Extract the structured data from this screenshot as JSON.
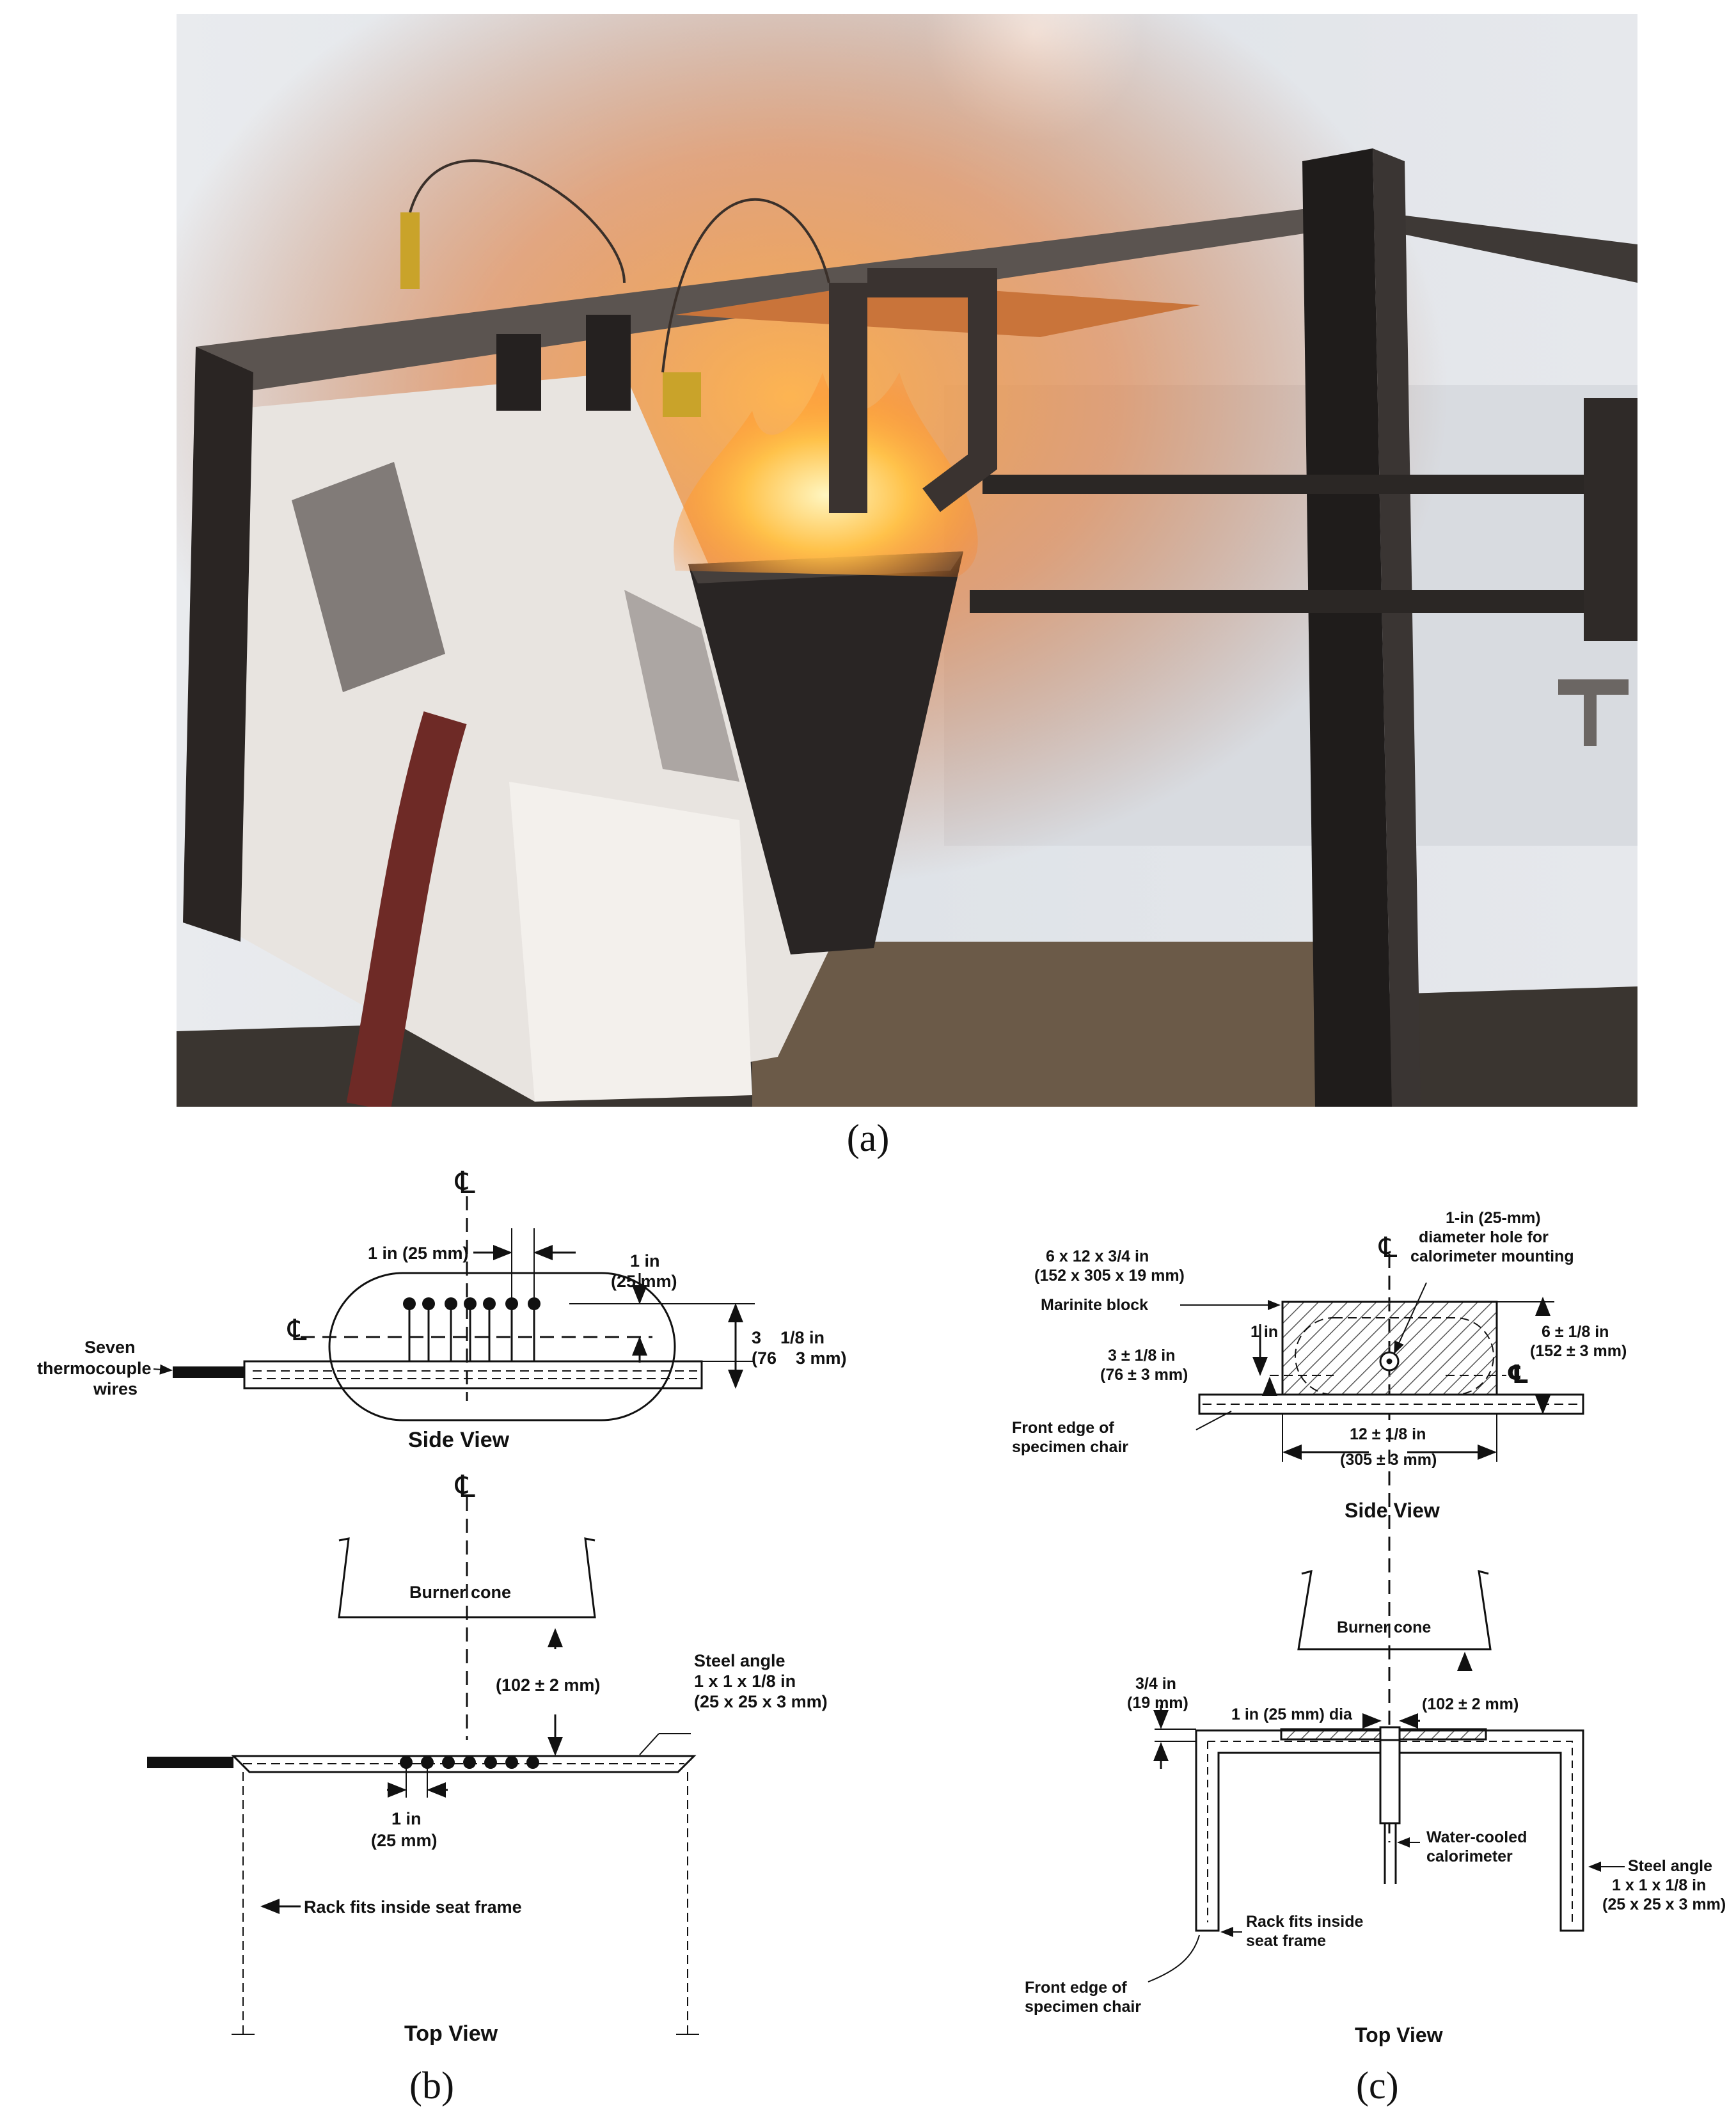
{
  "captions": {
    "a": "(a)",
    "b": "(b)",
    "c": "(c)"
  },
  "b": {
    "cl": "℄",
    "side": {
      "spacing": "1 in (25 mm)",
      "height_in": "1 in",
      "height_mm": "(25 mm)",
      "total_in": "3    1/8 in",
      "total_mm": "(76    3 mm)",
      "tc_line1": "Seven",
      "tc_line2": "thermocouple",
      "tc_line3": "wires",
      "title": "Side View"
    },
    "top": {
      "burner": "Burner cone",
      "gap": "(102 ± 2 mm)",
      "steel1": "Steel angle",
      "steel2": "1 x 1 x 1/8 in",
      "steel3": "(25 x 25 x 3 mm)",
      "spacing_in": "1 in",
      "spacing_mm": "(25 mm)",
      "rack": "Rack fits inside seat frame",
      "title": "Top View"
    }
  },
  "c": {
    "cl": "℄",
    "side": {
      "block1": "6 x 12 x 3/4 in",
      "block2": "(152 x 305 x 19 mm)",
      "hole1": "1-in (25-mm)",
      "hole2": "diameter hole for",
      "hole3": "calorimeter mounting",
      "marinite": "Marinite block",
      "one_in": "1 in",
      "three_in": "3 ± 1/8 in",
      "three_mm": "(76 ± 3 mm)",
      "six_in": "6 ± 1/8 in",
      "six_mm": "(152 ± 3 mm)",
      "front1": "Front edge of",
      "front2": "specimen chair",
      "twelve_in": "12 ± 1/8 in",
      "twelve_mm": "(305 ± 3 mm)",
      "title": "Side View"
    },
    "top": {
      "burner": "Burner cone",
      "gap": "(102 ± 2 mm)",
      "thick1": "3/4 in",
      "thick2": "(19 mm)",
      "dia": "1 in (25 mm) dia",
      "water1": "Water-cooled",
      "water2": "calorimeter",
      "steel1": "Steel angle",
      "steel2": "1 x 1 x 1/8 in",
      "steel3": "(25 x 25 x 3 mm)",
      "rack1": "Rack fits inside",
      "rack2": "seat frame",
      "front1": "Front edge of",
      "front2": "specimen chair",
      "title": "Top View"
    }
  }
}
